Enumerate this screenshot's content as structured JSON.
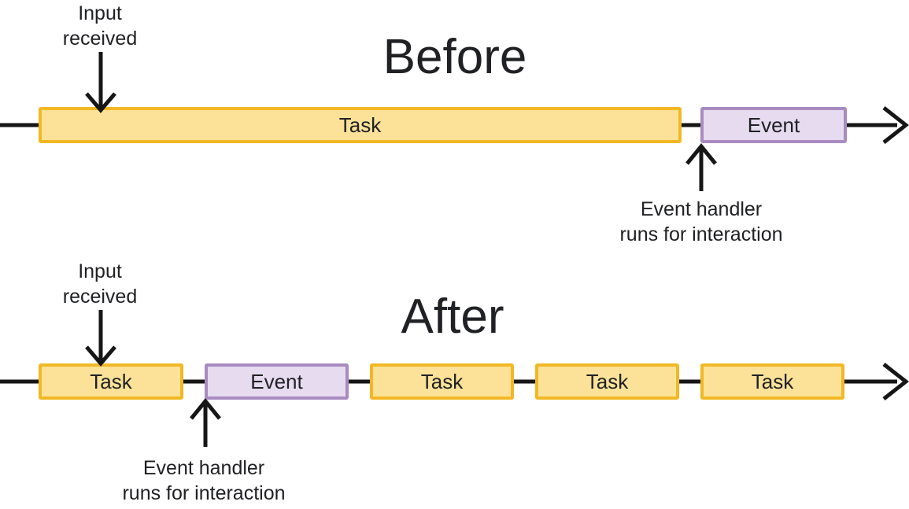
{
  "colors": {
    "task_fill": "#FBE298",
    "task_border": "#F2B824",
    "event_fill": "#E7DBF0",
    "event_border": "#A88BC0",
    "line": "#161616",
    "text": "#202124"
  },
  "before": {
    "title": "Before",
    "input_label": {
      "line1": "Input",
      "line2": "received"
    },
    "handler_label": {
      "line1": "Event handler",
      "line2": "runs for interaction"
    },
    "timeline": {
      "boxes": [
        {
          "type": "task",
          "label": "Task"
        },
        {
          "type": "event",
          "label": "Event"
        }
      ]
    }
  },
  "after": {
    "title": "After",
    "input_label": {
      "line1": "Input",
      "line2": "received"
    },
    "handler_label": {
      "line1": "Event handler",
      "line2": "runs for interaction"
    },
    "timeline": {
      "boxes": [
        {
          "type": "task",
          "label": "Task"
        },
        {
          "type": "event",
          "label": "Event"
        },
        {
          "type": "task",
          "label": "Task"
        },
        {
          "type": "task",
          "label": "Task"
        },
        {
          "type": "task",
          "label": "Task"
        }
      ]
    }
  }
}
